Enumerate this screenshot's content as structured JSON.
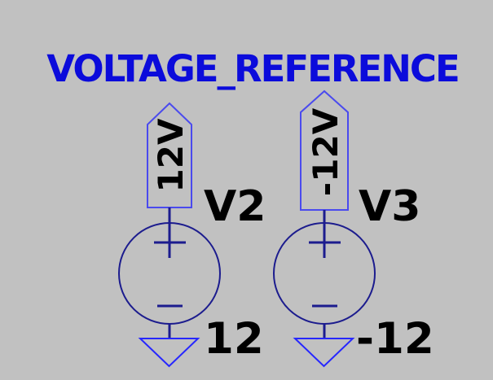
{
  "window": {
    "background": "#c1c1c1"
  },
  "schematic": {
    "title": {
      "text": "VOLTAGE_REFERENCE",
      "color": "#0b0bdb"
    },
    "colors": {
      "wire": "#1c1c8e",
      "net_flag_outline": "#4a4aee",
      "ground": "#2727ff",
      "label_text": "#000000"
    },
    "symbols": {
      "net_flag_icon": "pentagon-up-flag",
      "source_icon": "circle-plus-minus",
      "ground_icon": "down-triangle"
    },
    "components": [
      {
        "designator": "V2",
        "net_flag": "12V",
        "value": "12"
      },
      {
        "designator": "V3",
        "net_flag": "-12V",
        "value": "-12"
      }
    ]
  }
}
